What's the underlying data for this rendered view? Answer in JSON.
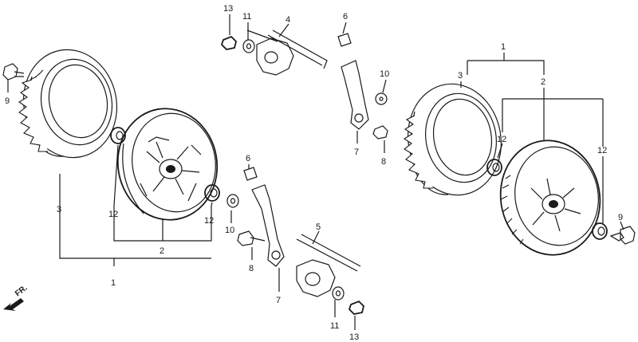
{
  "callouts": {
    "c1_left": "1",
    "c1_right": "1",
    "c2_left": "2",
    "c2_right": "2",
    "c3_left": "3",
    "c3_right": "3",
    "c4": "4",
    "c5": "5",
    "c6_top": "6",
    "c6_bottom": "6",
    "c7_top": "7",
    "c7_bottom": "7",
    "c8_top": "8",
    "c8_bottom": "8",
    "c9_left": "9",
    "c9_right": "9",
    "c10_top": "10",
    "c10_bottom": "10",
    "c11_top": "11",
    "c11_bottom": "11",
    "c12_left_a": "12",
    "c12_left_b": "12",
    "c12_right_a": "12",
    "c12_right_b": "12",
    "c13_top": "13",
    "c13_bottom": "13"
  },
  "direction_label": "FR.",
  "colors": {
    "ink": "#1a1a1a",
    "paper": "#ffffff"
  }
}
